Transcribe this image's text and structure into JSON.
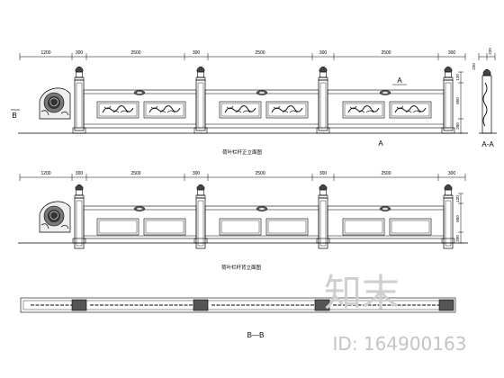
{
  "elevation_top": {
    "dimensions": [
      "1200",
      "300",
      "2500",
      "300",
      "2500",
      "300",
      "2500",
      "300"
    ],
    "caption": "荷叶栏杆正立面图",
    "marker_label": "A",
    "section_marker": "B",
    "height_dims": [
      "120",
      "850",
      "200"
    ]
  },
  "elevation_bottom": {
    "dimensions": [
      "1200",
      "300",
      "2500",
      "300",
      "2500",
      "300",
      "2500",
      "300"
    ],
    "caption": "荷叶栏杆背立面图",
    "height_dims": [
      "120",
      "850",
      "200"
    ]
  },
  "section_a": {
    "label": "A-A",
    "marker_label": "A",
    "width_dims": [
      "220",
      "220"
    ]
  },
  "plan": {
    "label": "B—B"
  },
  "watermark": {
    "text": "知末",
    "id_text": "ID: 164900163"
  }
}
